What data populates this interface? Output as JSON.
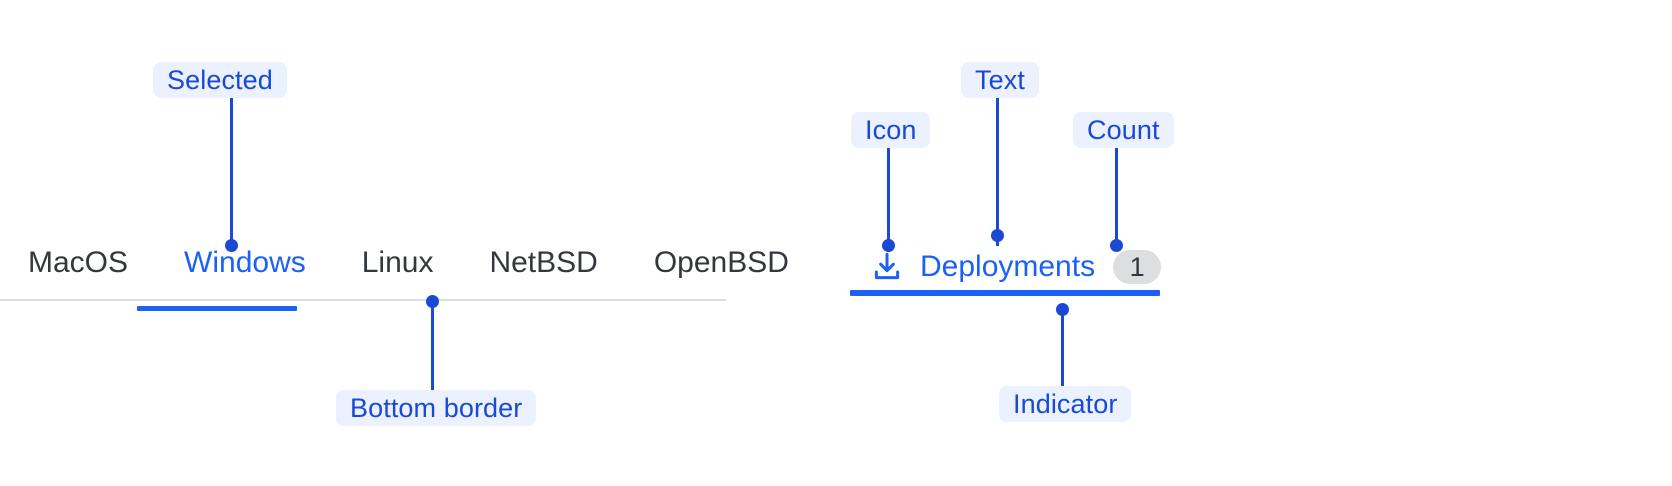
{
  "left_example": {
    "tabs": [
      {
        "label": "MacOS",
        "active": false
      },
      {
        "label": "Windows",
        "active": true
      },
      {
        "label": "Linux",
        "active": false
      },
      {
        "label": "NetBSD",
        "active": false
      },
      {
        "label": "OpenBSD",
        "active": false
      }
    ],
    "annotations": {
      "selected": "Selected",
      "bottom_border": "Bottom border"
    }
  },
  "right_example": {
    "tab": {
      "icon": "download-icon",
      "text": "Deployments",
      "count": "1"
    },
    "annotations": {
      "icon": "Icon",
      "text": "Text",
      "count": "Count",
      "indicator": "Indicator"
    }
  },
  "colors": {
    "accent_blue": "#1B61F5",
    "annotation_blue": "#1A49D4",
    "annotation_bg": "#EBF1FE",
    "text_dark": "#32383E",
    "divider": "#DCDEE0",
    "badge_bg": "#DDDEE0"
  }
}
